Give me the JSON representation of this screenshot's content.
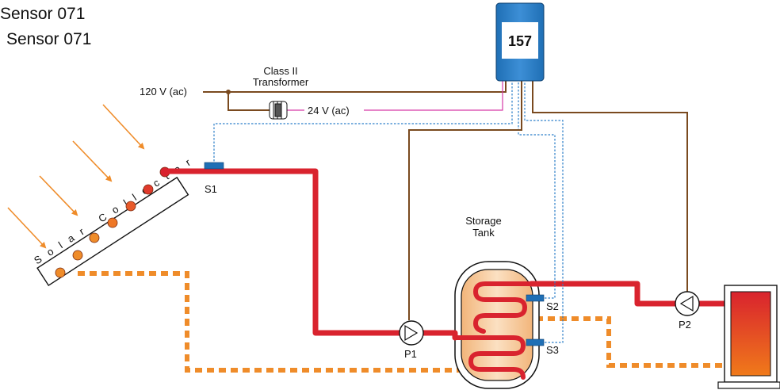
{
  "header": {
    "title_line1": "Sensor 071",
    "title_line2": "Sensor 071"
  },
  "controller": {
    "number": "157",
    "color": "#1f6fb5"
  },
  "labels": {
    "transformer_line1": "Class II",
    "transformer_line2": "Transformer",
    "supply_voltage": "120 V (ac)",
    "low_voltage": "24 V (ac)",
    "collector": "Solar Collector",
    "storage_line1": "Storage",
    "storage_line2": "Tank",
    "sensor_1": "S1",
    "sensor_2": "S2",
    "sensor_3": "S3",
    "pump_1": "P1",
    "pump_2": "P2"
  },
  "colors": {
    "hot_pipe": "#d9232e",
    "return_pipe": "#ef8c2a",
    "power_wire": "#7a4a1f",
    "low_voltage_wire": "#d63aa6",
    "sensor_wire": "#2c7fc9",
    "sun_rays": "#ef8c2a",
    "sensor": "#1f6fb5",
    "tank_fill": "#f6c99a"
  }
}
